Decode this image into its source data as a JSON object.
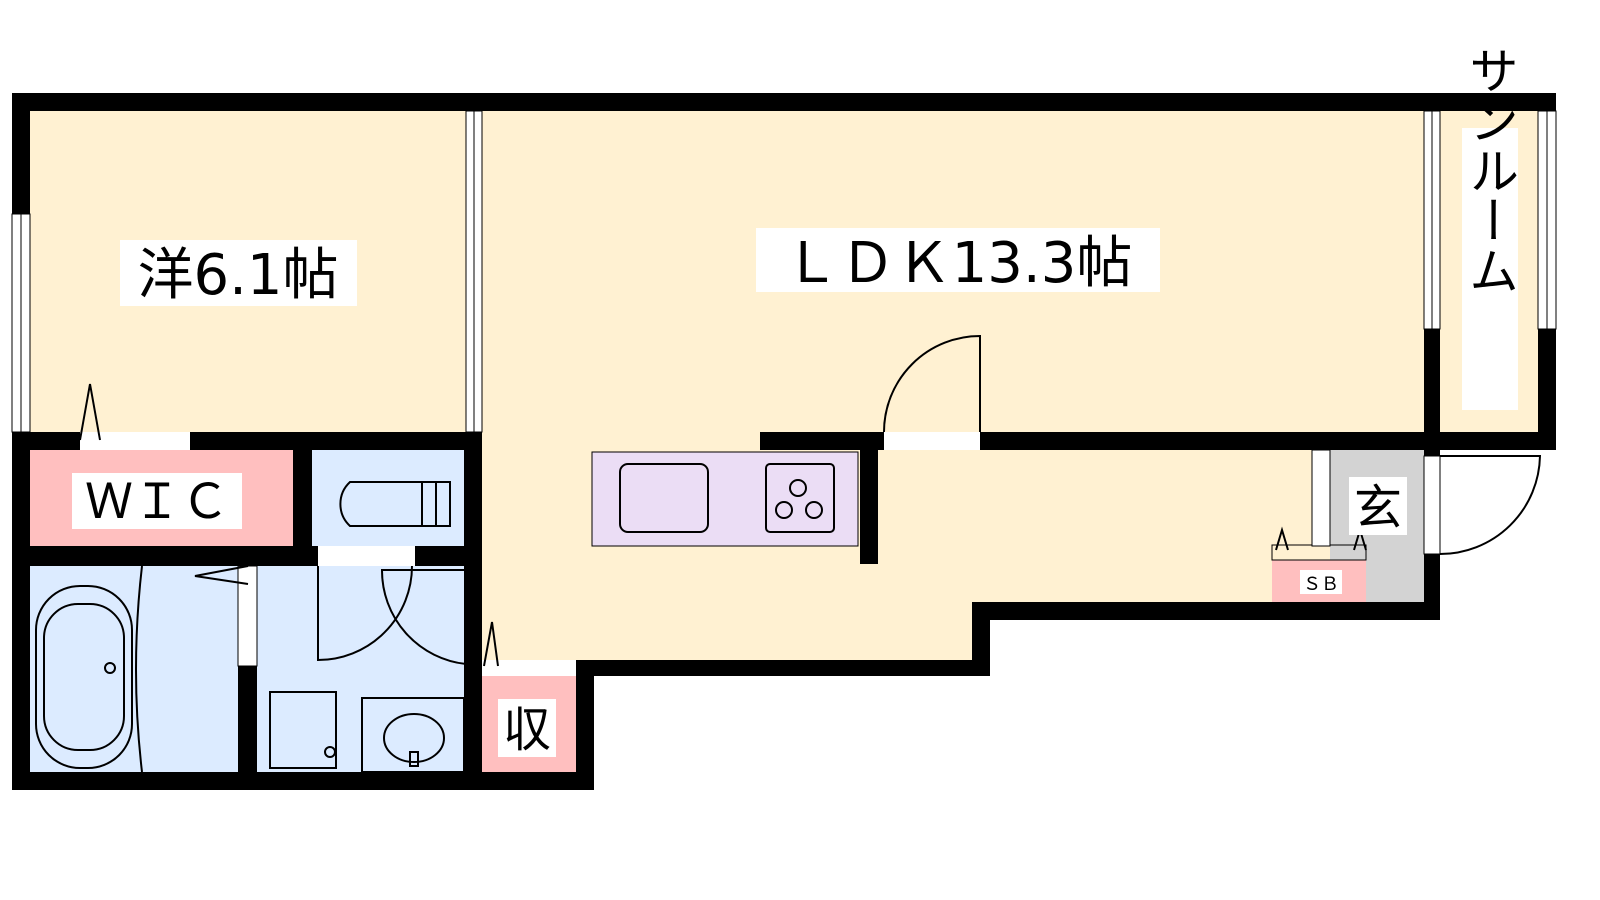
{
  "floorplan": {
    "rooms": {
      "western": "洋6.1帖",
      "ldk": "ＬＤＫ13.3帖",
      "sunroom": "サンルーム",
      "wic": "ＷＩＣ",
      "storage": "収",
      "entrance": "玄",
      "shoebox": "ＳＢ"
    },
    "colors": {
      "living": "#FFF1D2",
      "storage": "#FFBFBF",
      "wet": "#DCEBFF",
      "entrance": "#D3D3D3",
      "kitchen": "#EBDDF5",
      "wall": "#000000"
    }
  }
}
